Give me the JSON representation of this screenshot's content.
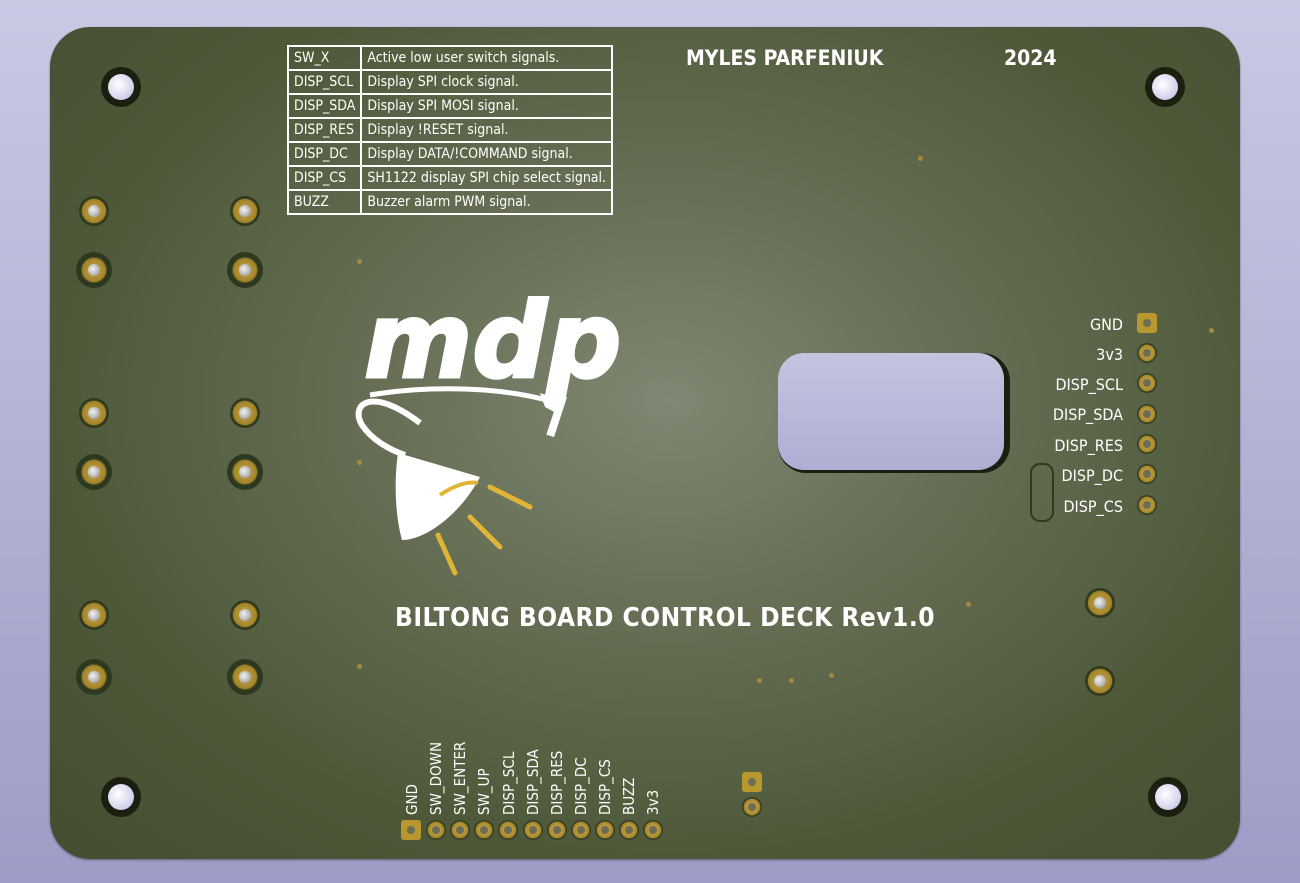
{
  "board": {
    "author": "MYLES PARFENIUK",
    "year": "2024",
    "title": "BILTONG BOARD CONTROL DECK Rev1.0",
    "logo_text": "mdp"
  },
  "pin_table": [
    {
      "signal": "SW_X",
      "desc": "Active low user switch signals."
    },
    {
      "signal": "DISP_SCL",
      "desc": "Display SPI clock signal."
    },
    {
      "signal": "DISP_SDA",
      "desc": "Display SPI MOSI signal."
    },
    {
      "signal": "DISP_RES",
      "desc": "Display !RESET signal."
    },
    {
      "signal": "DISP_DC",
      "desc": "Display DATA/!COMMAND signal."
    },
    {
      "signal": "DISP_CS",
      "desc": "SH1122 display SPI chip select signal."
    },
    {
      "signal": "BUZZ",
      "desc": "Buzzer alarm PWM signal."
    }
  ],
  "display_header": [
    "GND",
    "3v3",
    "DISP_SCL",
    "DISP_SDA",
    "DISP_RES",
    "DISP_DC",
    "DISP_CS"
  ],
  "bottom_header": [
    "GND",
    "SW_DOWN",
    "SW_ENTER",
    "SW_UP",
    "DISP_SCL",
    "DISP_SDA",
    "DISP_RES",
    "DISP_DC",
    "DISP_CS",
    "BUZZ",
    "3v3"
  ],
  "colors": {
    "soldermask": "#5d6649",
    "silkscreen": "#ffffff",
    "copper_pad": "#c8a64a",
    "logo_accent": "#e0b437"
  }
}
